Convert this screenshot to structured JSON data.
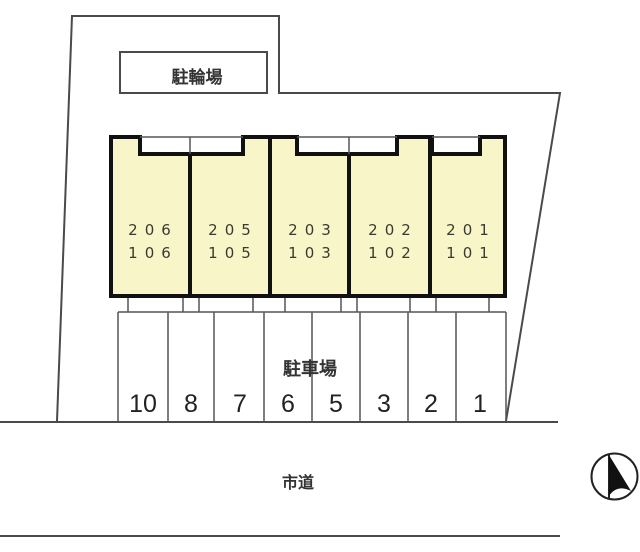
{
  "site_plan": {
    "bicycle_parking": {
      "label": "駐輪場"
    },
    "units": [
      {
        "upper": "206",
        "lower": "106"
      },
      {
        "upper": "205",
        "lower": "105"
      },
      {
        "upper": "203",
        "lower": "103"
      },
      {
        "upper": "202",
        "lower": "102"
      },
      {
        "upper": "201",
        "lower": "101"
      }
    ],
    "parking": {
      "label": "駐車場",
      "spaces": [
        "10",
        "8",
        "7",
        "6",
        "5",
        "3",
        "2",
        "1"
      ]
    },
    "road": {
      "label": "市道"
    },
    "north_arrow": {
      "icon": "north-arrow-icon"
    },
    "colors": {
      "unit_fill": "#f8f6c8",
      "building_outline": "#111111",
      "line": "#4a4a4a",
      "text": "#333333"
    }
  }
}
